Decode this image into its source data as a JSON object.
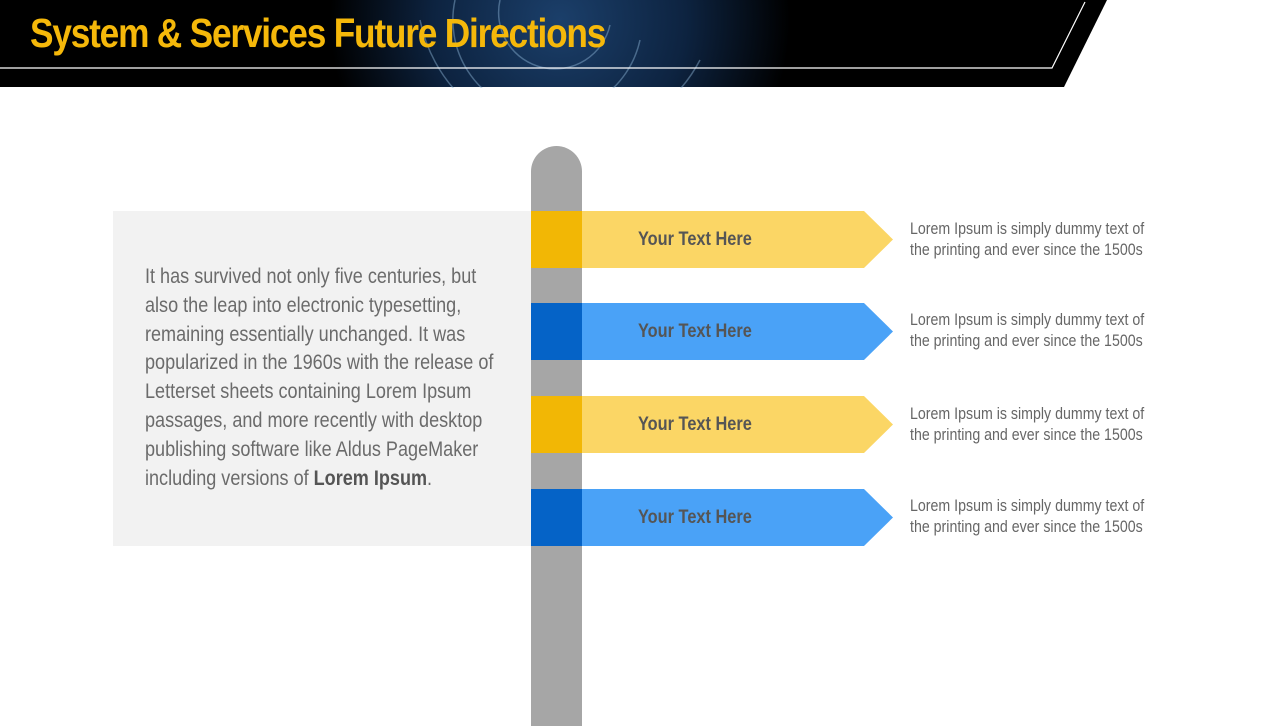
{
  "header": {
    "title": "System & Services Future Directions",
    "title_color": "#f5b80a",
    "band_color": "#000000"
  },
  "panel": {
    "text_main": "It has survived not only five centuries, but also the leap into electronic typesetting, remaining essentially unchanged. It was popularized in the 1960s with the release of Letterset sheets containing Lorem Ipsum passages, and more recently with desktop publishing software like Aldus PageMaker including versions of ",
    "text_bold": "Lorem Ipsum",
    "text_end": "."
  },
  "signs": [
    {
      "label": "Your Text Here",
      "color": "yellow",
      "description": "Lorem Ipsum is simply dummy text of the printing and ever since the 1500s"
    },
    {
      "label": "Your Text Here",
      "color": "blue",
      "description": "Lorem Ipsum is simply dummy text of the printing and ever since the 1500s"
    },
    {
      "label": "Your Text Here",
      "color": "yellow",
      "description": "Lorem Ipsum is simply dummy text of the printing and ever since the 1500s"
    },
    {
      "label": "Your Text Here",
      "color": "blue",
      "description": "Lorem Ipsum is simply dummy text of the printing and ever since the 1500s"
    }
  ],
  "colors": {
    "yellow_dark": "#f2b705",
    "yellow_light": "#fbd665",
    "blue_dark": "#0563c7",
    "blue_light": "#4aa2f7",
    "pole": "#a6a6a6",
    "panel_bg": "#f2f2f2"
  }
}
